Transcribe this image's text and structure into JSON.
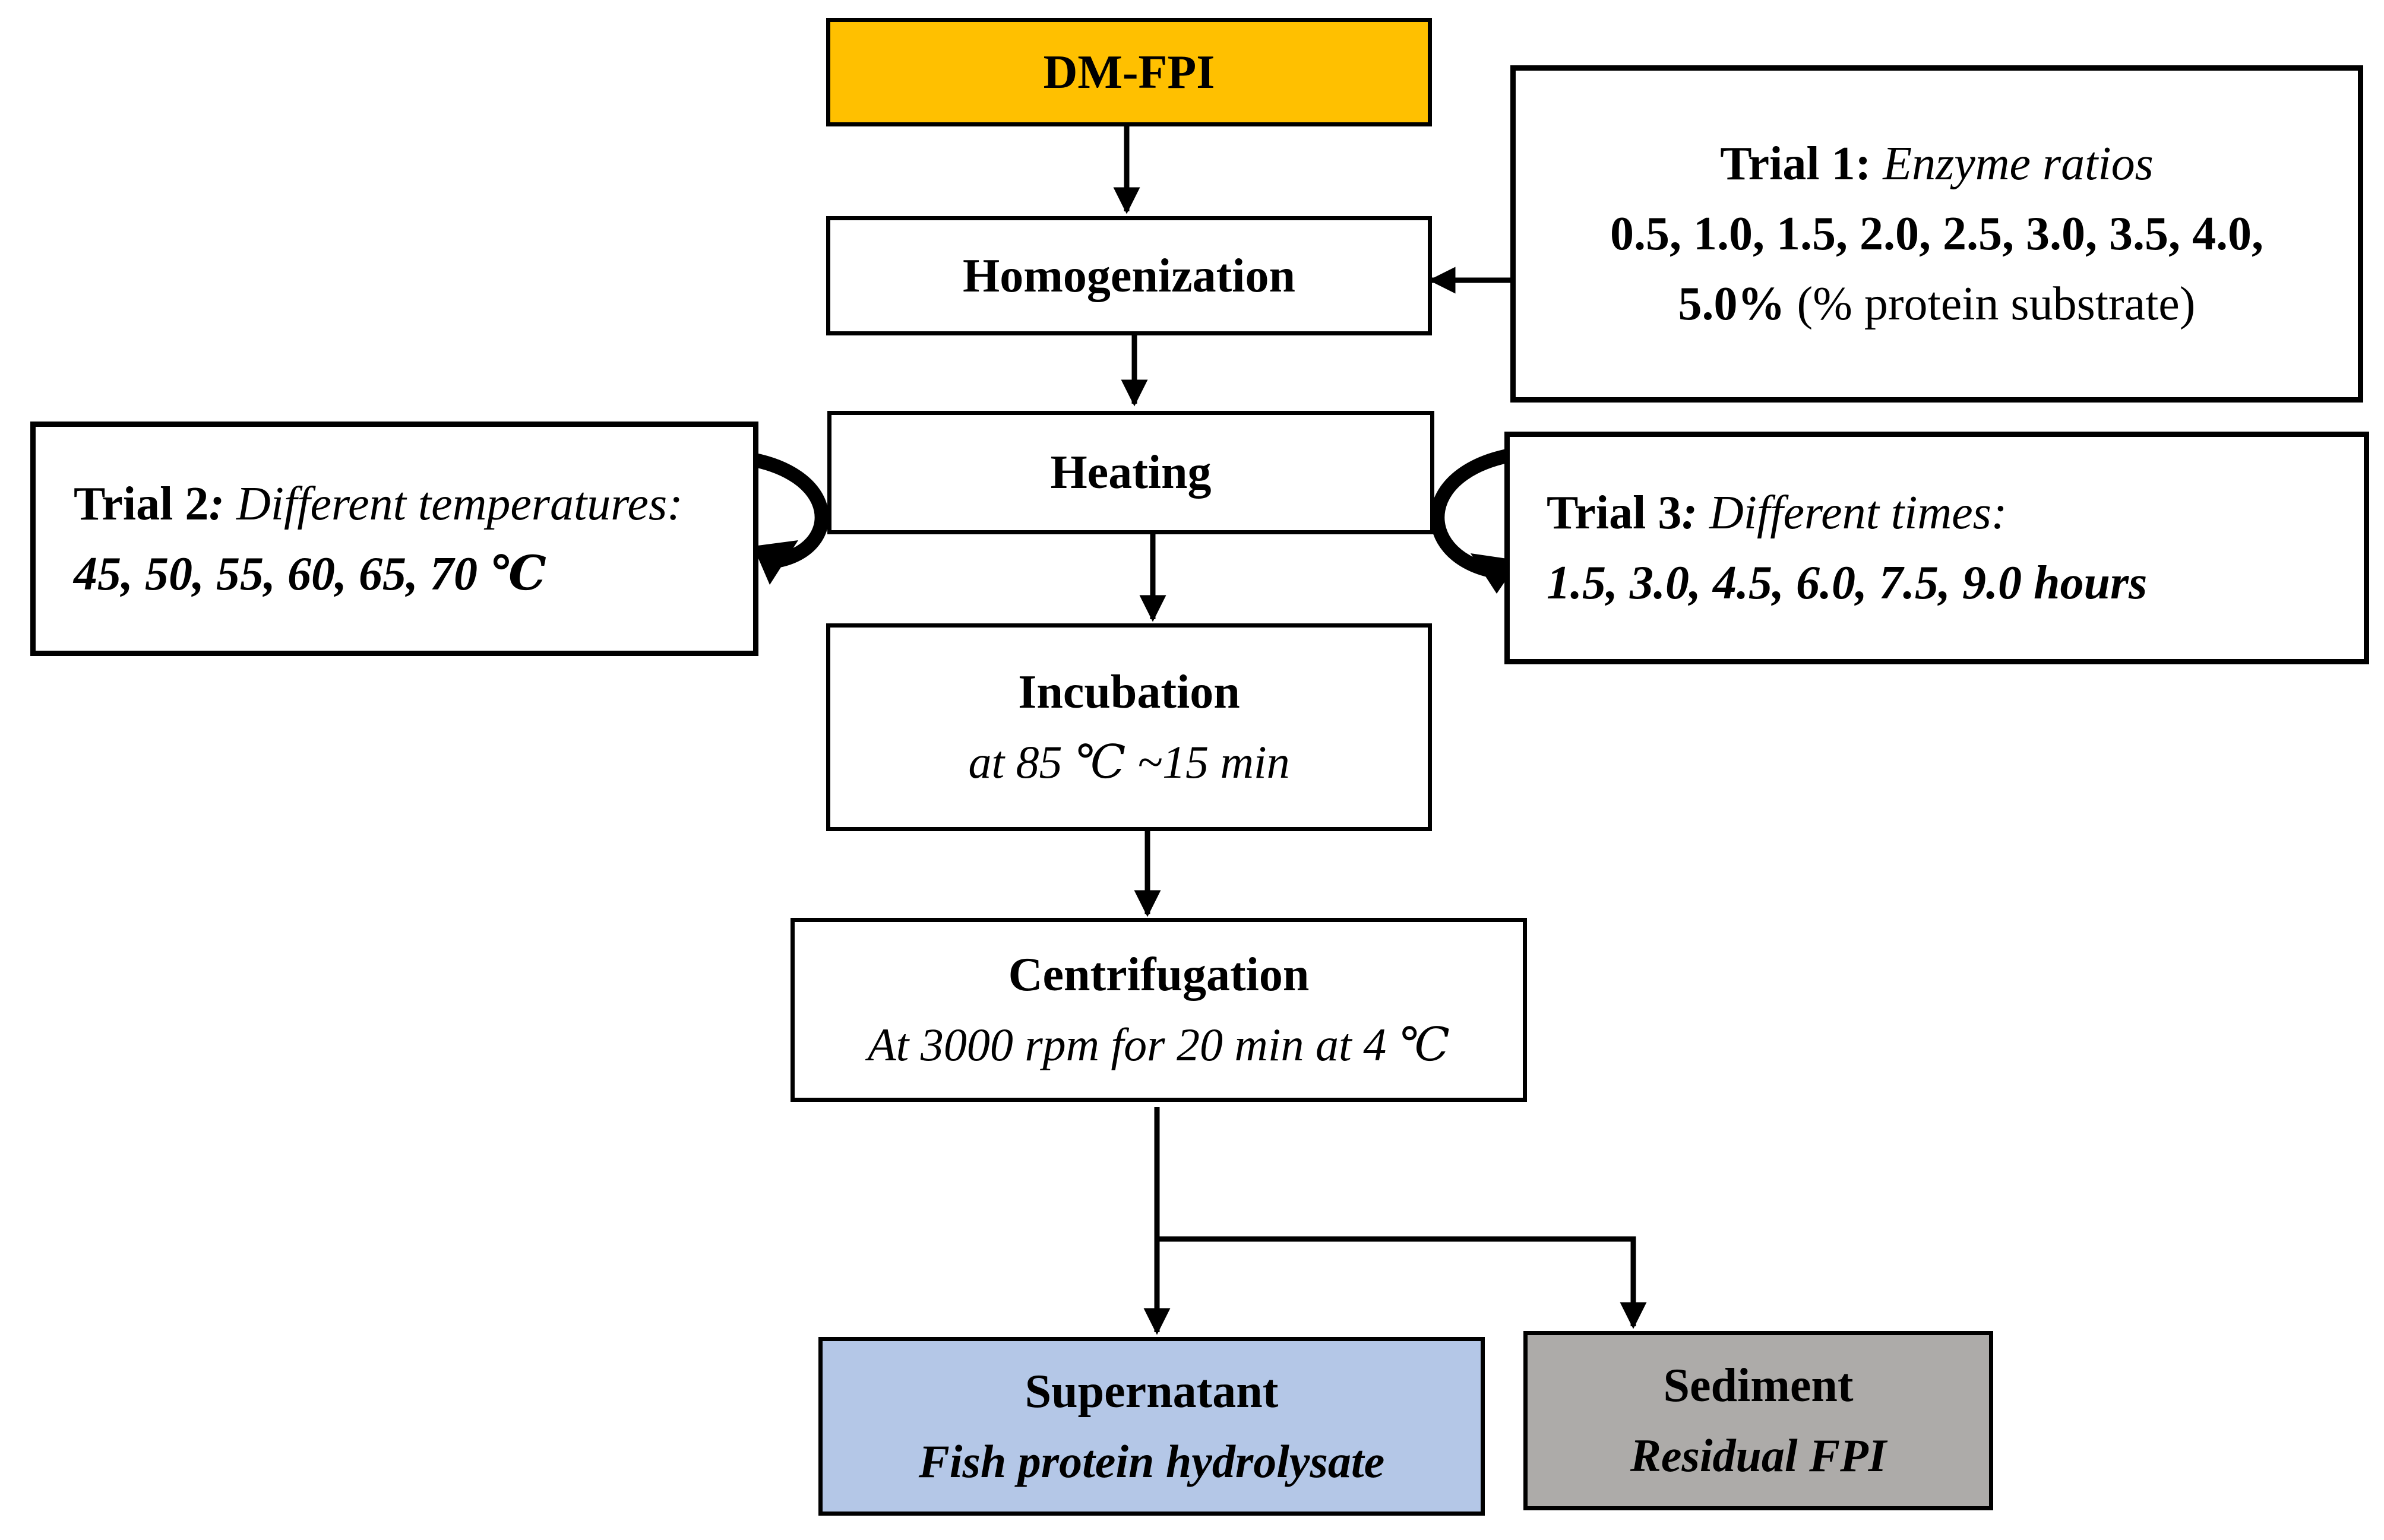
{
  "diagram": {
    "start": {
      "label": "DM-FPI",
      "color": "#FFC000"
    },
    "steps": {
      "homogenization": {
        "label": "Homogenization"
      },
      "heating": {
        "label": "Heating"
      },
      "incubation": {
        "label": "Incubation",
        "detail": "at 85 ℃ ~15 min"
      },
      "centrifugation": {
        "label": "Centrifugation",
        "detail": "At 3000 rpm for 20 min at 4 ℃"
      }
    },
    "outputs": {
      "supernatant": {
        "label": "Supernatant",
        "detail": "Fish protein hydrolysate",
        "color": "#B4C7E7"
      },
      "sediment": {
        "label": "Sediment",
        "detail": "Residual FPI",
        "color": "#ADABA9"
      }
    },
    "trials": {
      "trial1": {
        "name": "Trial 1:",
        "topic": "Enzyme ratios",
        "values": "0.5, 1.0, 1.5, 2.0, 2.5, 3.0, 3.5, 4.0,",
        "values_end": "5.0%",
        "unit": "(% protein substrate)"
      },
      "trial2": {
        "name": "Trial 2",
        "colon": ":",
        "topic": "Different temperatures:",
        "values": "45, 50, 55, 60, 65, 70 ℃"
      },
      "trial3": {
        "name": "Trial 3",
        "colon": ":",
        "topic": "Different times:",
        "values": "1.5, 3.0, 4.5, 6.0, 7.5, 9.0 hours"
      }
    }
  }
}
